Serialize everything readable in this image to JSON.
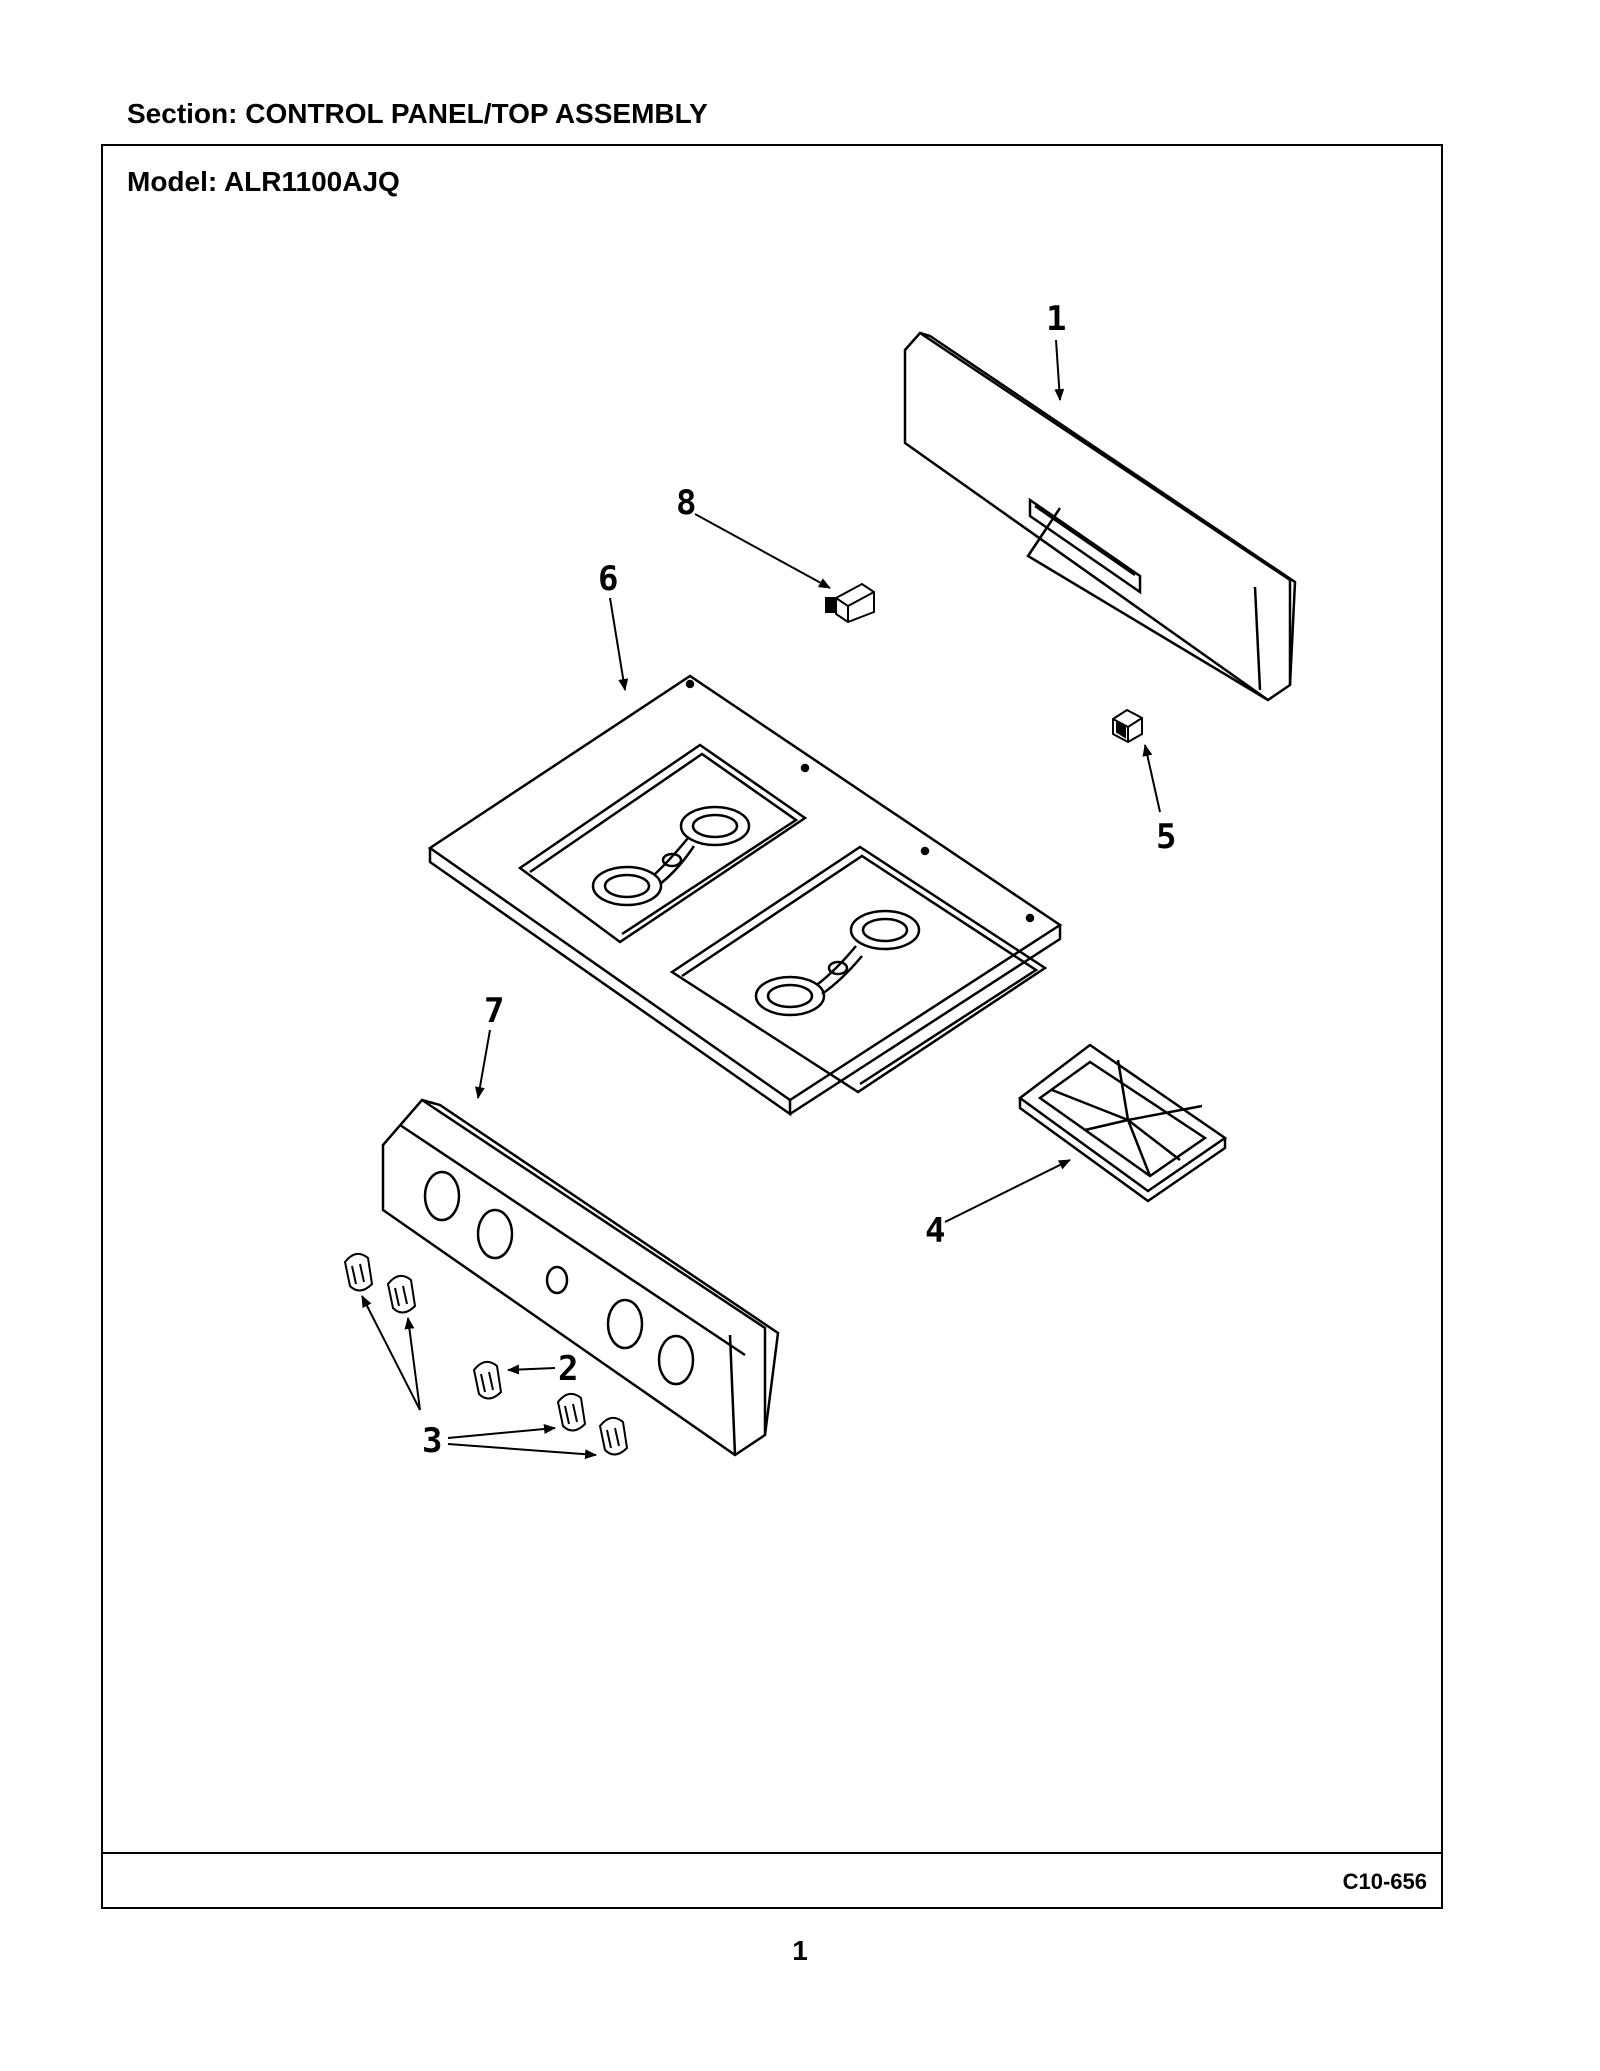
{
  "header": {
    "section": "Section:  CONTROL PANEL/TOP ASSEMBLY"
  },
  "frame": {
    "model": "Model:  ALR1100AJQ",
    "code": "C10-656"
  },
  "page_number": "1",
  "callouts": [
    "1",
    "2",
    "3",
    "4",
    "5",
    "6",
    "7",
    "8"
  ]
}
